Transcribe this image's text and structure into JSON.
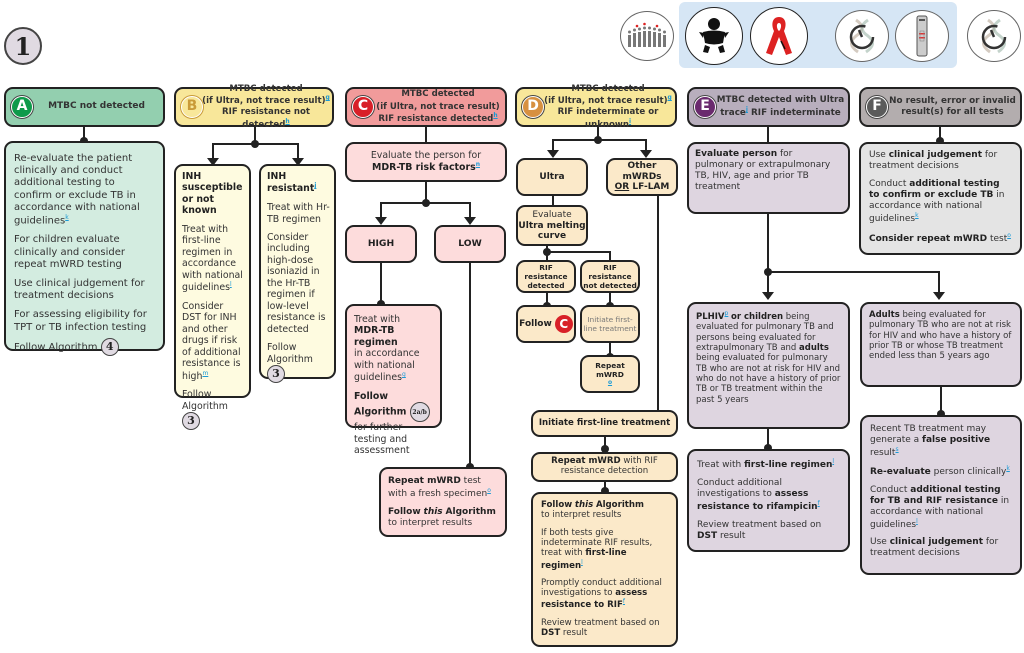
{
  "algorithm_number": "1",
  "icons": {
    "population": "population-icon",
    "child": "child-icon",
    "hiv": "hiv-ribbon-icon",
    "mwrd": "mwrd-test-icon",
    "lflam": "lf-lam-test-icon",
    "mwrd2": "mwrd-test-icon"
  },
  "colors": {
    "A": "#0e9a4a",
    "B": "#c99a38",
    "C": "#d82028",
    "D": "#d79040",
    "E": "#6a2a6e",
    "F": "#5b5b5b",
    "footnote": "#1a9ad6"
  },
  "A": {
    "letter": "A",
    "header": "MTBC not detected",
    "body": [
      "Re-evaluate the patient clinically and conduct additional testing to confirm or exclude TB in accordance with national guidelines",
      "For children evaluate clinically and consider repeat mWRD testing",
      "Use clinical judgement for treatment decisions",
      "For assessing eligibility for TPT or TB infection testing"
    ],
    "fn_k": "k",
    "follow": "Follow Algorithm",
    "follow_num": "4"
  },
  "B": {
    "letter": "B",
    "header_l1": "MTBC detected",
    "header_l2": "(if Ultra, not trace result)",
    "header_l3": "RIF resistance not detected",
    "fn_g": "g",
    "fn_h": "h",
    "left": {
      "title": "INH susceptible or not known",
      "p1": "Treat with first-line regimen in accordance with national guidelines",
      "fn_l": "l",
      "p2": "Consider DST for INH and other drugs if risk of additional resistance is high",
      "fn_m": "m",
      "follow": "Follow Algorithm",
      "follow_num": "3"
    },
    "right": {
      "title": "INH resistant",
      "fn_j": "j",
      "p1": "Treat with Hr-TB regimen",
      "p2": "Consider including high-dose isoniazid in the Hr-TB regimen if low-level resistance is detected",
      "follow": "Follow Algorithm",
      "follow_num": "3"
    }
  },
  "C": {
    "letter": "C",
    "header_l1": "MTBC detected",
    "header_l2": "(if Ultra, not trace result)",
    "header_l3": "RIF resistance detected",
    "evaluate_l1": "Evaluate the person for",
    "evaluate_l2": "MDR-TB risk factors",
    "fn_n": "n",
    "high": "HIGH",
    "low": "LOW",
    "high_box": {
      "t1": "Treat with",
      "t2": "MDR-TB regimen",
      "t3": "in accordance with national guidelines",
      "fn_g": "g",
      "follow": "Follow Algorithm",
      "follow_num": "2a/b",
      "t4": "for further testing and assessment"
    },
    "low_box": {
      "t1": "Repeat mWRD",
      "t2": "test with a fresh specimen",
      "fn_o": "o",
      "t3": "Follow",
      "t4": "this",
      "t5": "Algorithm",
      "t6": "to interpret results"
    }
  },
  "D": {
    "letter": "D",
    "header_l1": "MTBC detected",
    "header_l2": "(if Ultra, not trace result)",
    "header_l3": "RIF indeterminate or unknown",
    "fn_i": "i",
    "ultra": "Ultra",
    "other_l1": "Other mWRDs",
    "other_or": "OR",
    "other_l2": "LF-LAM",
    "evaluate_l1": "Evaluate",
    "evaluate_l2": "Ultra melting curve",
    "rif_detected": "RIF resistance detected",
    "rif_not_detected": "RIF resistance not detected",
    "follow": "Follow",
    "follow_letter": "C",
    "initiate_small": "Initiate first-line treatment",
    "repeat_small": "Repeat mWRD",
    "fn_o": "o",
    "initiate": "Initiate first-line treatment",
    "repeat_l1": "Repeat mWRD",
    "repeat_l2": "with RIF resistance detection",
    "final": {
      "f1": "Follow",
      "f2": "this",
      "f3": "Algorithm",
      "f4": "to interpret results",
      "p2a": "If both tests give indeterminate RIF results, treat with",
      "p2b": "first-line regimen",
      "fn_l": "l",
      "p3a": "Promptly conduct additional investigations to",
      "p3b": "assess resistance to RIF",
      "fn_f": "f",
      "p4a": "Review treatment based on",
      "p4b": "DST",
      "p4c": "result"
    }
  },
  "E": {
    "letter": "E",
    "header_l1": "MTBC detected with Ultra",
    "header_l2a": "trace",
    "header_l2b": "RIF indeterminate",
    "fn_j": "j",
    "evaluate_b": "Evaluate person",
    "evaluate_rest": "for pulmonary or extrapulmonary TB, HIV, age and prior TB treatment",
    "left": {
      "b1": "PLHIV",
      "fn_p": "p",
      "b2": "or children",
      "t1": "being evaluated for pulmonary TB and persons being evaluated for extrapulmonary TB and",
      "b3": "adults",
      "t2": "being evaluated for pulmonary TB who are not at risk for HIV and who do not have a history of prior TB or TB treatment within the past 5 years"
    },
    "right": {
      "b1": "Adults",
      "t1": "being evaluated for pulmonary TB who are not at risk for HIV and who have a history of prior TB or whose TB treatment ended less than 5 years ago"
    },
    "left_result": {
      "t1": "Treat with",
      "b1": "first-line regimen",
      "fn_l": "l",
      "t2": "Conduct additional investigations to",
      "b2": "assess resistance to rifampicin",
      "fn_f": "f",
      "t3": "Review treatment based on",
      "b3": "DST",
      "t4": "result"
    },
    "right_result": {
      "t1": "Recent TB treatment may generate a",
      "b1": "false positive",
      "t2": "result",
      "fn_s": "s",
      "b2": "Re-evaluate",
      "t3": "person clinically",
      "fn_k": "k",
      "t4": "Conduct",
      "b3": "additional testing for TB and RIF resistance",
      "t5": "in accordance with national guidelines",
      "fn_l": "l",
      "t6": "Use",
      "b4": "clinical judgement",
      "t7": "for treatment decisions"
    }
  },
  "F": {
    "letter": "F",
    "header_l1": "No result, error or invalid",
    "header_l2": "result(s) for all tests",
    "t1": "Use",
    "b1": "clinical judgement",
    "t2": "for treatment decisions",
    "t3": "Conduct",
    "b2": "additional testing to confirm or exclude TB",
    "t4": "in accordance with national guidelines",
    "fn_k": "k",
    "b3": "Consider repeat mWRD",
    "t5": "test",
    "fn_o": "o"
  }
}
